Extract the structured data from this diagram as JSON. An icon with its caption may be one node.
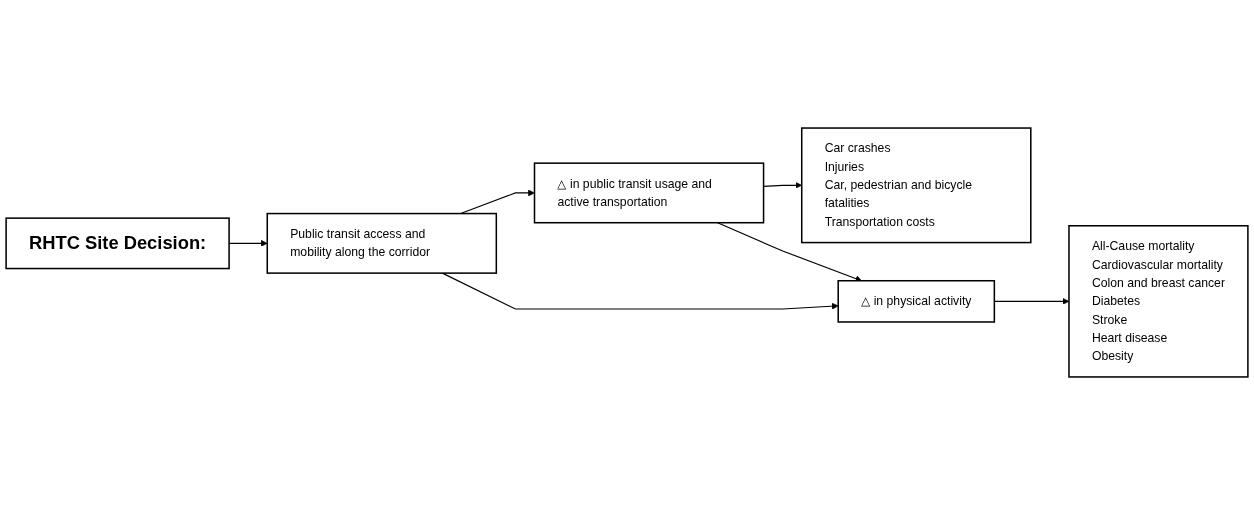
{
  "diagram": {
    "nodes": [
      {
        "text": [
          "RHTC Site Decision:"
        ]
      },
      {
        "text": [
          "Public transit access and mobility along the corridor"
        ]
      },
      {
        "text": [
          "△ in public transit usage and active transportation"
        ]
      },
      {
        "text": [
          "Car crashes",
          "Injuries",
          "Car, pedestrian and bicycle fatalities",
          "Transportation costs"
        ]
      },
      {
        "text": [
          "△ in physical activity"
        ]
      },
      {
        "text": [
          "All-Cause mortality",
          "Cardiovascular mortality",
          "Colon and breast cancer",
          "Diabetes",
          "Stroke",
          "Heart disease",
          "Obesity"
        ]
      }
    ],
    "edges": [
      {
        "from": 0,
        "to": 1,
        "arrow": "to"
      },
      {
        "from": 1,
        "to": 2,
        "arrow": "to"
      },
      {
        "from": 1,
        "to": 4,
        "arrow": "to"
      },
      {
        "from": 2,
        "to": 3,
        "arrow": "to"
      },
      {
        "from": 2,
        "to": 4,
        "arrow": "to"
      },
      {
        "from": 4,
        "to": 5,
        "arrow": "to"
      }
    ]
  }
}
